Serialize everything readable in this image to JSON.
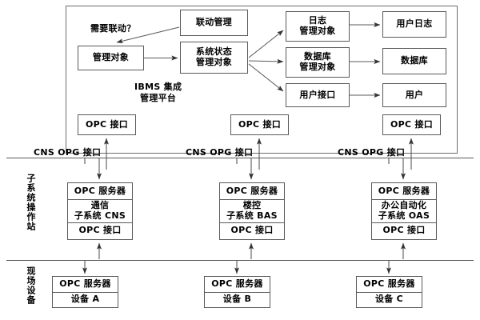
{
  "diagram": {
    "title_label": "IBMS 集成\n管理平台",
    "platform": {
      "line1": "IBMS 集成",
      "line2": "管理平台",
      "condition_label": "需要联动？",
      "nodes": {
        "linkage_mgmt": "联动管理",
        "managed_object": "管理对象",
        "system_state_object": "系统状态\n管理对象",
        "system_state_line1": "系统状态",
        "system_state_line2": "管理对象",
        "log_object_line1": "日志",
        "log_object_line2": "管理对象",
        "db_object_line1": "数据库",
        "db_object_line2": "管理对象",
        "user_interface": "用户接口",
        "user_log": "用户日志",
        "database": "数据库",
        "user": "用户"
      },
      "opc_interfaces": [
        "OPC 接口",
        "OPC 接口",
        "OPC 接口"
      ]
    },
    "bus_labels": [
      "CNS  OPG 接口",
      "CNS  OPG 接口",
      "CNS  OPG 接口"
    ],
    "band_labels": {
      "subsystem": "子系统操作站",
      "field": "现场设备"
    },
    "subsystems": [
      {
        "server": "OPC 服务器",
        "name_line1": "通信",
        "name_line2": "子系统 CNS",
        "interface": "OPC 接口"
      },
      {
        "server": "OPC 服务器",
        "name_line1": "楼控",
        "name_line2": "子系统 BAS",
        "interface": "OPC 接口"
      },
      {
        "server": "OPC 服务器",
        "name_line1": "办公自动化",
        "name_line2": "子系统 OAS",
        "interface": "OPC 接口"
      }
    ],
    "devices": [
      {
        "server": "OPC 服务器",
        "name": "设备 A"
      },
      {
        "server": "OPC 服务器",
        "name": "设备 B"
      },
      {
        "server": "OPC 服务器",
        "name": "设备 C"
      }
    ],
    "colors": {
      "stroke": "#5a5a5a",
      "background": "#ffffff",
      "text": "#000000"
    }
  }
}
